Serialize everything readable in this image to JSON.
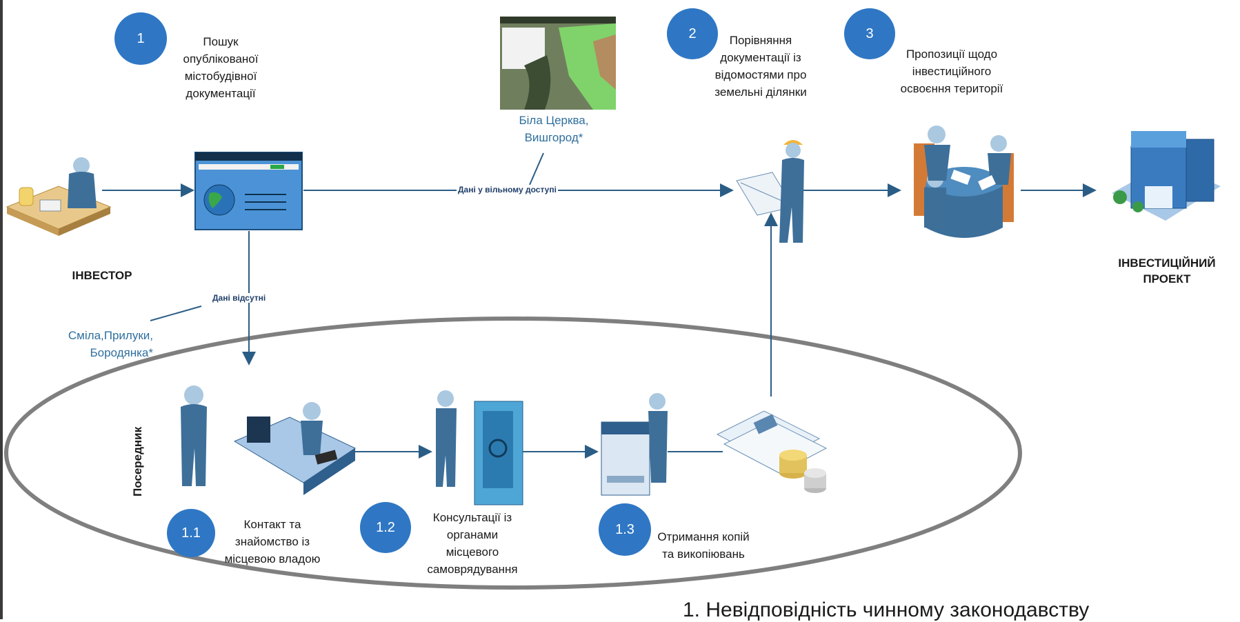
{
  "steps": {
    "s1": {
      "badge": "1",
      "text_lines": [
        "Пошук",
        "опублікованої",
        "містобудівної",
        "документації"
      ]
    },
    "s2": {
      "badge": "2",
      "text_lines": [
        "Порівняння",
        "документації із",
        "відомостями про",
        "земельні ділянки"
      ]
    },
    "s3": {
      "badge": "3",
      "text_lines": [
        "Пропозиції щодо",
        "інвестиційного",
        "освоєння території"
      ]
    },
    "s11": {
      "badge": "1.1",
      "text_lines": [
        "Контакт та",
        "знайомство із",
        "місцевою владою"
      ]
    },
    "s12": {
      "badge": "1.2",
      "text_lines": [
        "Консультації із",
        "органами",
        "місцевого",
        "самоврядування"
      ]
    },
    "s13": {
      "badge": "1.3",
      "text_lines": [
        "Отримання копій",
        "та викопіювань"
      ]
    }
  },
  "labels": {
    "investor": "ІНВЕСТОР",
    "project_lines": [
      "ІНВЕСТИЦІЙНИЙ",
      "ПРОЕКТ"
    ],
    "intermediary": "Посередник",
    "data_available": "Дані у вільному доступі",
    "data_missing": "Дані відсутні",
    "cities_available_lines": [
      "Біла Церква,",
      "Вишгород*"
    ],
    "cities_missing_lines": [
      "Сміла,Прилуки,",
      "Бородянка*"
    ]
  },
  "footnote": "1.    Невідповідність чинному законодавству",
  "icons": [
    "investor-icon",
    "web-browser-icon",
    "map-screenshot-icon",
    "engineer-plans-icon",
    "meeting-table-icon",
    "office-building-icon",
    "standing-person-icon",
    "office-desk-icon",
    "safe-vault-icon",
    "copier-machine-icon",
    "documents-coins-icon"
  ],
  "colors": {
    "badge": "#2f77c4",
    "arrow": "#2a5d86",
    "ellipse": "#7f7f7f",
    "city_text": "#2e6f9e",
    "edge_label": "#1f3e6a"
  }
}
